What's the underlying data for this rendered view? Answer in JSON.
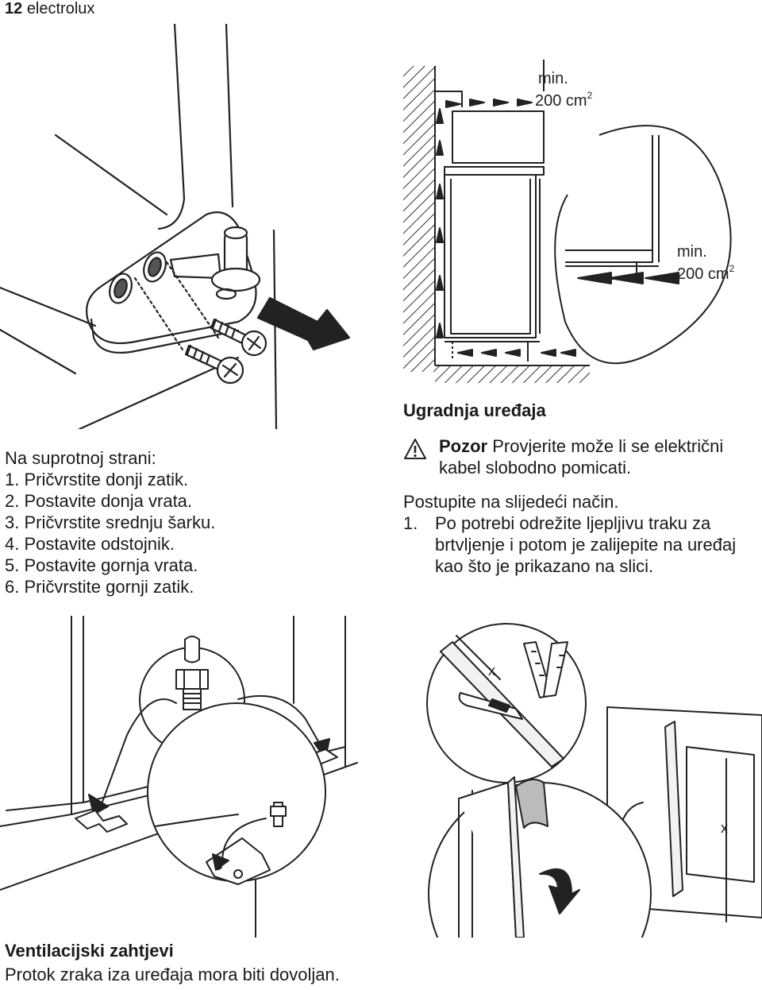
{
  "header": {
    "page_number": "12",
    "brand": "electrolux"
  },
  "left_column": {
    "intro": "Na suprotnoj strani:",
    "steps": [
      "1.  Pričvrstite donji zatik.",
      "2.  Postavite donja vrata.",
      "3.  Pričvrstite srednju šarku.",
      "4.  Postavite odstojnik.",
      "5.  Postavite gornja vrata.",
      "6.  Pričvrstite gornji zatik."
    ]
  },
  "right_column": {
    "heading": "Ugradnja uređaja",
    "caution_label": "Pozor",
    "caution_text_1": "Provjerite može li se električni",
    "caution_text_2": "kabel slobodno pomicati.",
    "procedure_intro": "Postupite na slijedeći način.",
    "step1_number": "1.",
    "step1_line1": "Po potrebi odrežite ljepljivu traku za",
    "step1_line2": "brtvljenje i potom je zalijepite na uređaj",
    "step1_line3": "kao što je prikazano na slici."
  },
  "ventilation_figure": {
    "label_top_1": "min.",
    "label_top_2": "200 cm",
    "label_top_sup": "2",
    "label_bottom_1": "min.",
    "label_bottom_2": "200 cm",
    "label_bottom_sup": "2"
  },
  "seal_figure": {
    "dimension_label_1": "x",
    "dimension_label_2": "x"
  },
  "footer_section": {
    "heading": "Ventilacijski zahtjevi",
    "text": "Protok zraka iza uređaja mora biti dovoljan."
  }
}
